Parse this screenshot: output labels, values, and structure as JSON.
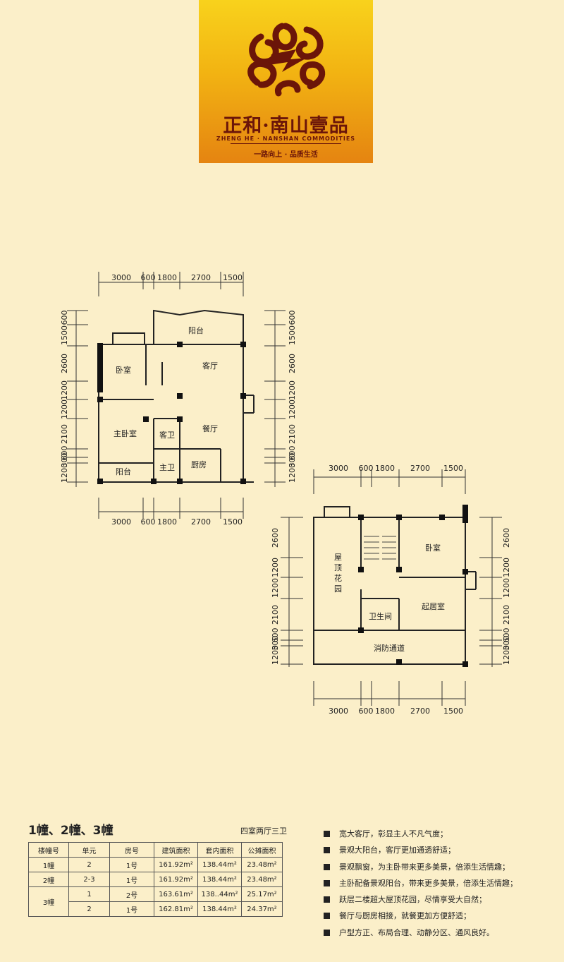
{
  "brand": {
    "name_cn": "正和·南山壹品",
    "name_en": "ZHENG HE · NANSHAN COMMODITIES",
    "slogan": "一路向上 · 品质生活",
    "colors": {
      "logo_top": "#f8d21c",
      "logo_bottom": "#e58411",
      "emblem": "#6b1509",
      "page_bg": "#fbefc9"
    }
  },
  "plans": {
    "dimensions_h": [
      "3000",
      "600",
      "1800",
      "2700",
      "1500"
    ],
    "dimensions_v_left": [
      "600",
      "1500",
      "2600",
      "1200",
      "1200",
      "2100",
      "600",
      "300",
      "1200"
    ],
    "dimensions_v_right": [
      "600",
      "1500",
      "2600",
      "1200",
      "1200",
      "2100",
      "600",
      "300",
      "1200"
    ],
    "floor1_rooms": {
      "balcony_top": "阳台",
      "living": "客厅",
      "bedroom": "卧室",
      "master": "主卧室",
      "guest_bath": "客卫",
      "dining": "餐厅",
      "balcony_bottom": "阳台",
      "master_bath": "主卫",
      "kitchen": "厨房"
    },
    "floor2_rooms": {
      "roof_garden": "屋顶花园",
      "bedroom": "卧室",
      "sitting_room": "起居室",
      "bathroom": "卫生间",
      "fire_passage": "消防通道"
    }
  },
  "info": {
    "title": "1幢、2幢、3幢",
    "layout": "四室两厅三卫",
    "table": {
      "headers": [
        "楼幢号",
        "单元",
        "房号",
        "建筑面积",
        "套内面积",
        "公摊面积"
      ],
      "rows": [
        [
          "1幢",
          "2",
          "1号",
          "161.92m²",
          "138.44m²",
          "23.48m²"
        ],
        [
          "2幢",
          "2-3",
          "1号",
          "161.92m²",
          "138.44m²",
          "23.48m²"
        ],
        [
          "3幢",
          "1",
          "2号",
          "163.61m²",
          "138..44m²",
          "25.17m²"
        ],
        [
          "",
          "2",
          "1号",
          "162.81m²",
          "138.44m²",
          "24.37m²"
        ]
      ]
    },
    "features": [
      "宽大客厅，彰显主人不凡气度；",
      "景观大阳台，客厅更加通透舒适；",
      "景观飘窗，为主卧带来更多美景，倍添生活情趣；",
      "主卧配备景观阳台，带来更多美景，倍添生活情趣；",
      "跃层二楼超大屋顶花园，尽情享受大自然；",
      "餐厅与厨房相接，就餐更加方便舒适；",
      "户型方正、布局合理、动静分区、通风良好。"
    ]
  }
}
